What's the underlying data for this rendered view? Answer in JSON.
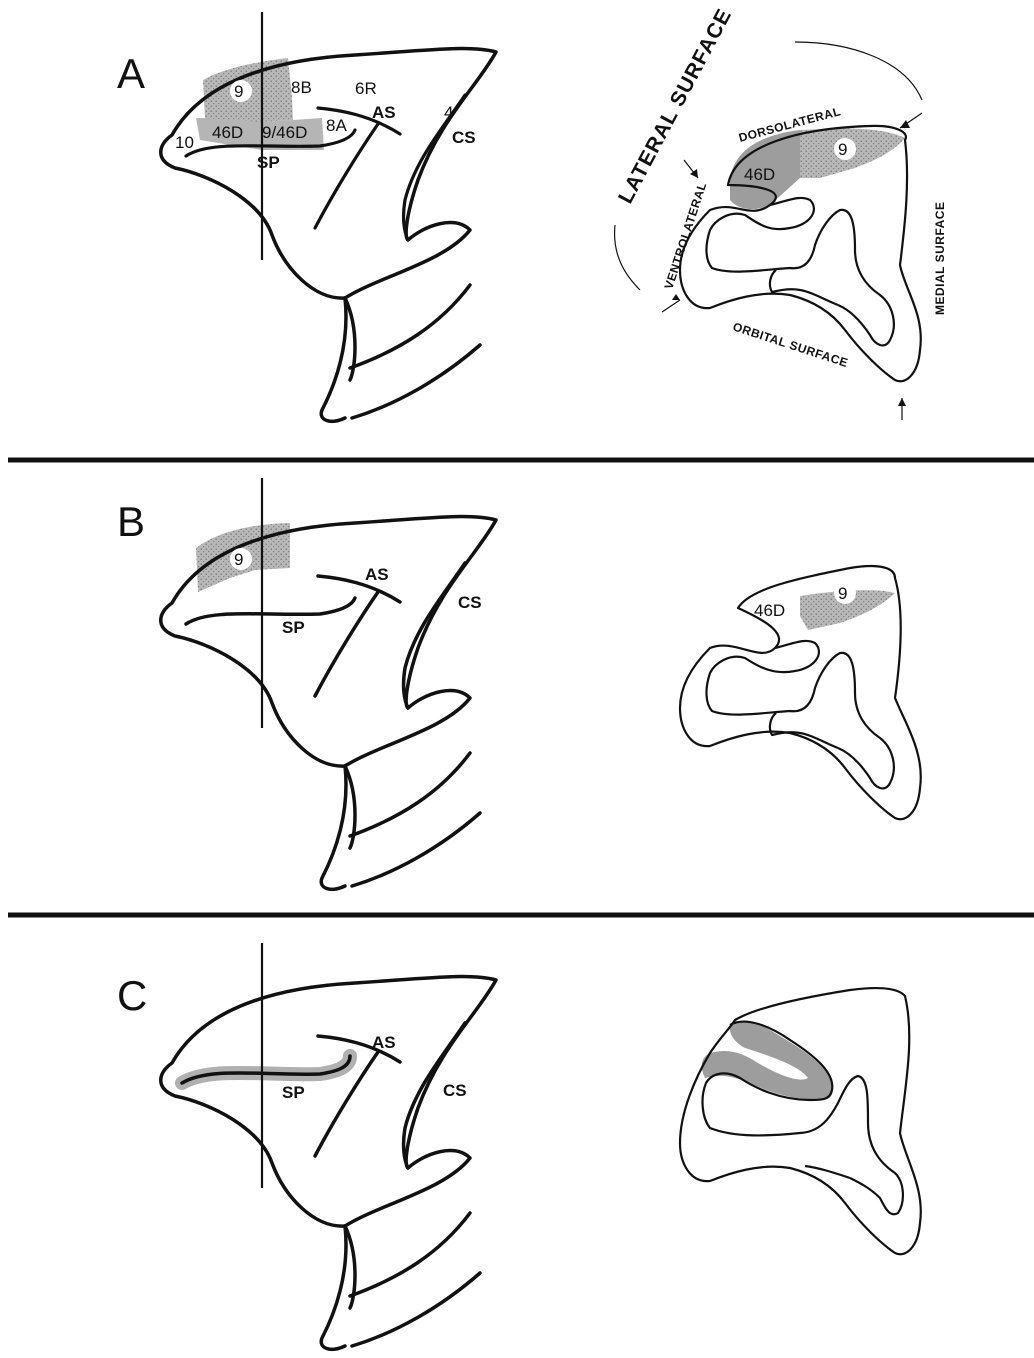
{
  "panels": [
    {
      "letter": "A",
      "lateral": {
        "area9": "9",
        "area8B": "8B",
        "area6R": "6R",
        "sulcusAS": "AS",
        "area4": "4",
        "sulcusCS": "CS",
        "area10": "10",
        "area46D": "46D",
        "area9_46D": "9/46D",
        "area8A": "8A",
        "sulcusSP": "SP"
      },
      "coronal": {
        "area46D": "46D",
        "area9": "9",
        "lateral_surface": "LATERAL SURFACE",
        "dorsolateral": "DORSOLATERAL",
        "ventrolateral": "VENTROLATERAL",
        "medial_surface": "MEDIAL SURFACE",
        "orbital_surface": "ORBITAL SURFACE"
      }
    },
    {
      "letter": "B",
      "lateral": {
        "area9": "9",
        "sulcusAS": "AS",
        "sulcusCS": "CS",
        "sulcusSP": "SP"
      },
      "coronal": {
        "area46D": "46D",
        "area9": "9"
      }
    },
    {
      "letter": "C",
      "lateral": {
        "sulcusAS": "AS",
        "sulcusCS": "CS",
        "sulcusSP": "SP"
      }
    }
  ],
  "colors": {
    "line": "#111111",
    "shade": "#b3b3b3",
    "dark_shade": "#9c9c9c",
    "background": "#ffffff"
  }
}
